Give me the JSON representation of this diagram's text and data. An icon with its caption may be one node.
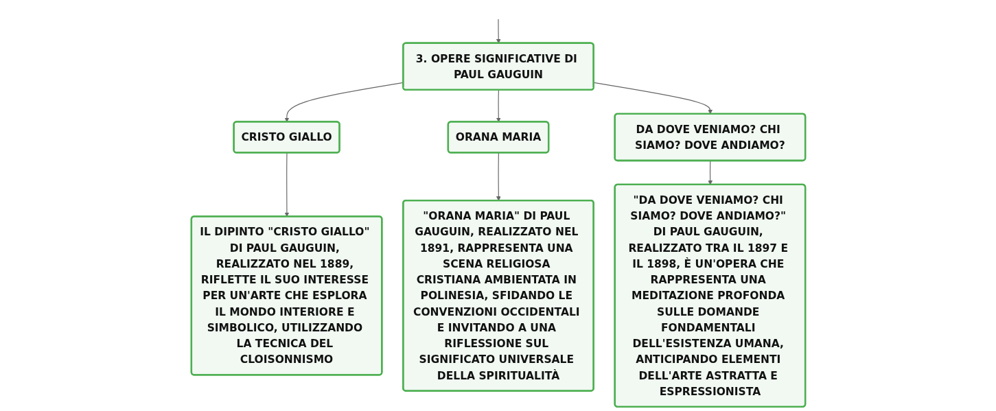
{
  "diagram": {
    "nodes": [
      {
        "text": [
          "3. OPERE SIGNIFICATIVE DI PAUL GAUGUIN"
        ]
      },
      {
        "text": [
          "CRISTO GIALLO"
        ]
      },
      {
        "text": [
          "ORANA MARIA"
        ]
      },
      {
        "text": [
          "DA DOVE VENIAMO? CHI SIAMO? DOVE ANDIAMO?"
        ]
      },
      {
        "text": [
          "IL DIPINTO \"CRISTO GIALLO\" DI PAUL GAUGUIN, REALIZZATO NEL 1889, RIFLETTE IL SUO INTERESSE PER UN'ARTE CHE ESPLORA IL MONDO INTERIORE E SIMBOLICO, UTILIZZANDO LA TECNICA DEL CLOISONNISMO"
        ]
      },
      {
        "text": [
          "\"ORANA MARIA\" DI PAUL GAUGUIN, REALIZZATO NEL 1891, RAPPRESENTA UNA SCENA RELIGIOSA CRISTIANA AMBIENTATA IN POLINESIA, SFIDANDO LE CONVENZIONI OCCIDENTALI E INVITANDO A UNA RIFLESSIONE SUL SIGNIFICATO UNIVERSALE DELLA SPIRITUALITÀ"
        ]
      },
      {
        "text": [
          "\"DA DOVE VENIAMO? CHI SIAMO? DOVE ANDIAMO?\" DI PAUL GAUGUIN, REALIZZATO TRA IL 1897 E IL 1898, È UN'OPERA CHE RAPPRESENTA UNA MEDITAZIONE PROFONDA SULLE DOMANDE FONDAMENTALI DELL'ESISTENZA UMANA, ANTICIPANDO ELEMENTI DELL'ARTE ASTRATTA E ESPRESSIONISTA"
        ]
      }
    ],
    "edges": [
      {
        "from": null,
        "to": 0,
        "arrow": "to"
      },
      {
        "from": 0,
        "to": 1,
        "arrow": "to"
      },
      {
        "from": 0,
        "to": 2,
        "arrow": "to"
      },
      {
        "from": 0,
        "to": 3,
        "arrow": "to"
      },
      {
        "from": 1,
        "to": 4,
        "arrow": "to"
      },
      {
        "from": 2,
        "to": 5,
        "arrow": "to"
      },
      {
        "from": 3,
        "to": 6,
        "arrow": "to"
      }
    ]
  }
}
